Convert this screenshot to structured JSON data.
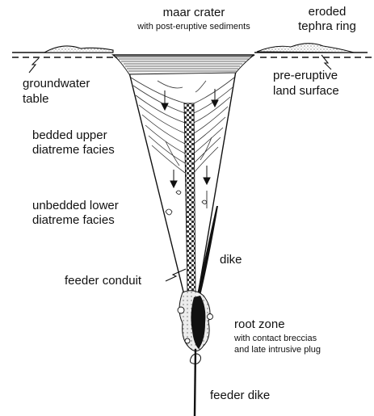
{
  "labels": {
    "maar_crater": "maar crater",
    "maar_crater_sub": "with post-eruptive sediments",
    "tephra_ring_1": "eroded",
    "tephra_ring_2": "tephra ring",
    "groundwater_1": "groundwater",
    "groundwater_2": "table",
    "pre_eruptive_1": "pre-eruptive",
    "pre_eruptive_2": "land surface",
    "bedded_1": "bedded upper",
    "bedded_2": "diatreme facies",
    "unbedded_1": "unbedded lower",
    "unbedded_2": "diatreme facies",
    "dike": "dike",
    "feeder_conduit": "feeder conduit",
    "root_zone": "root zone",
    "root_zone_sub_1": "with contact breccias",
    "root_zone_sub_2": "and late intrusive plug",
    "feeder_dike": "feeder dike"
  },
  "colors": {
    "ink": "#111111",
    "conduit_fill": "#d6d6d6",
    "background": "#ffffff"
  }
}
